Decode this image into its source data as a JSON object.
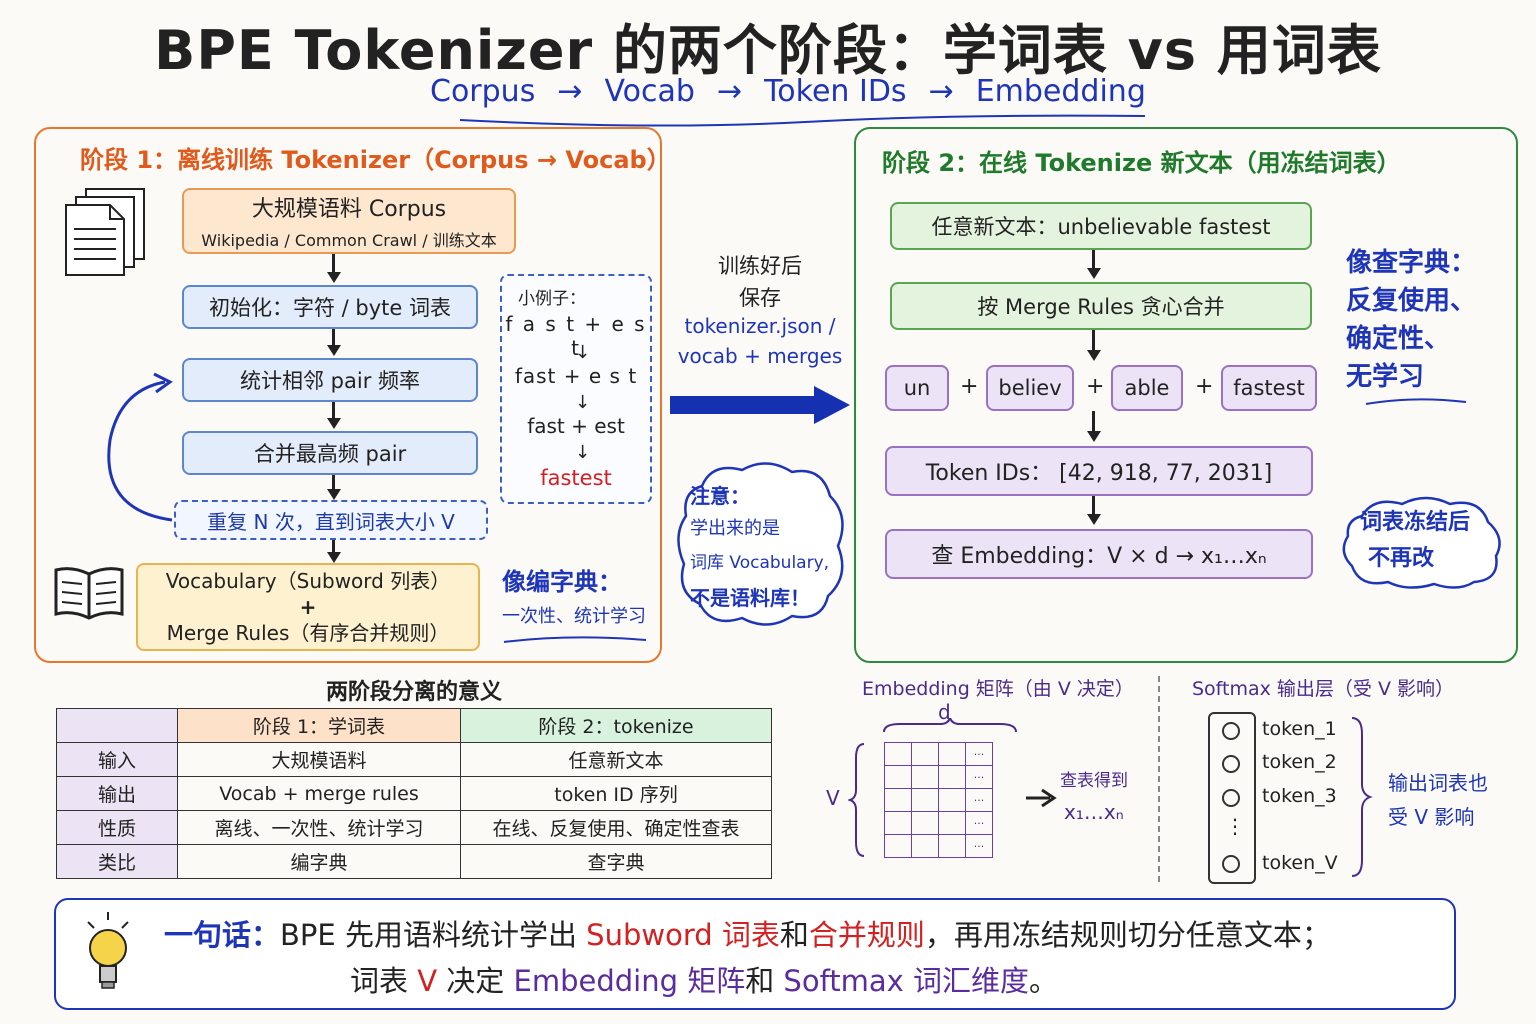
{
  "title": "BPE Tokenizer 的两个阶段：学词表 vs 用词表",
  "pipeline": [
    "Corpus",
    "→",
    "Vocab",
    "→",
    "Token IDs",
    "→",
    "Embedding"
  ],
  "stage1": {
    "title": "阶段 1：离线训练 Tokenizer（Corpus → Vocab）",
    "corpus_title": "大规模语料 Corpus",
    "corpus_sub": "Wikipedia / Common Crawl / 训练文本",
    "init": "初始化：字符 / byte 词表",
    "count": "统计相邻 pair 频率",
    "merge": "合并最高频 pair",
    "repeat": "重复 N 次，直到词表大小 V",
    "vocab_line1": "Vocabulary（Subword 列表）",
    "plus": "+",
    "vocab_line2": "Merge Rules（有序合并规则）",
    "example_title": "小例子：",
    "example_steps": [
      "f a s t + e s t",
      "fast + e s t",
      "fast + est",
      "fastest"
    ],
    "note": "像编字典：",
    "note2": "一次性、统计学习"
  },
  "middle": {
    "line1": "训练好后",
    "line2": "保存",
    "line3": "tokenizer.json /",
    "line4": "vocab + merges",
    "cloud_line1": "注意：",
    "cloud_line2": "学出来的是",
    "cloud_line3": "词库 Vocabulary,",
    "cloud_line4": "不是语料库！"
  },
  "stage2": {
    "title": "阶段 2：在线 Tokenize 新文本（用冻结词表）",
    "input": "任意新文本：unbelievable fastest",
    "merge": "按 Merge Rules 贪心合并",
    "tokens": [
      "un",
      "believ",
      "able",
      "fastest"
    ],
    "plus": "+",
    "ids": "Token IDs：  [42, 918, 77, 2031]",
    "embed": "查 Embedding：V × d → x₁…xₙ",
    "side_note": [
      "像查字典：",
      "反复使用、",
      "确定性、",
      "无学习"
    ],
    "cloud": [
      "词表冻结后",
      "不再改"
    ]
  },
  "table": {
    "title": "两阶段分离的意义",
    "headers": [
      "",
      "阶段 1：学词表",
      "阶段 2：tokenize"
    ],
    "rows": [
      [
        "输入",
        "大规模语料",
        "任意新文本"
      ],
      [
        "输出",
        "Vocab + merge rules",
        "token ID 序列"
      ],
      [
        "性质",
        "离线、一次性、统计学习",
        "在线、反复使用、确定性查表"
      ],
      [
        "类比",
        "编字典",
        "查字典"
      ]
    ]
  },
  "embedding": {
    "title": "Embedding 矩阵（由 V 决定）",
    "d": "d",
    "V": "V",
    "dots": "···",
    "lookup": "查表得到",
    "out": "x₁…xₙ"
  },
  "softmax": {
    "title": "Softmax 输出层（受 V 影响）",
    "tokens": [
      "token_1",
      "token_2",
      "token_3",
      "token_V"
    ],
    "vdots": "⋮",
    "note": [
      "输出词表也",
      "受 V 影响"
    ]
  },
  "summary": {
    "label": "一句话：",
    "p1": "BPE 先用语料统计学出 ",
    "subword": "Subword 词表",
    "and": "和",
    "rules": "合并规则",
    "p2": "，再用冻结规则切分任意文本；",
    "l2a": "词表 ",
    "V": "V",
    "l2b": " 决定 ",
    "emb": "Embedding 矩阵",
    "l2c": "和 ",
    "soft": "Softmax 词汇维度",
    "end": "。"
  },
  "colors": {
    "orange": "#e8772e",
    "green": "#2e8a3c",
    "blue": "#1f35b8",
    "purple": "#5b2ca0",
    "red": "#d42020"
  }
}
